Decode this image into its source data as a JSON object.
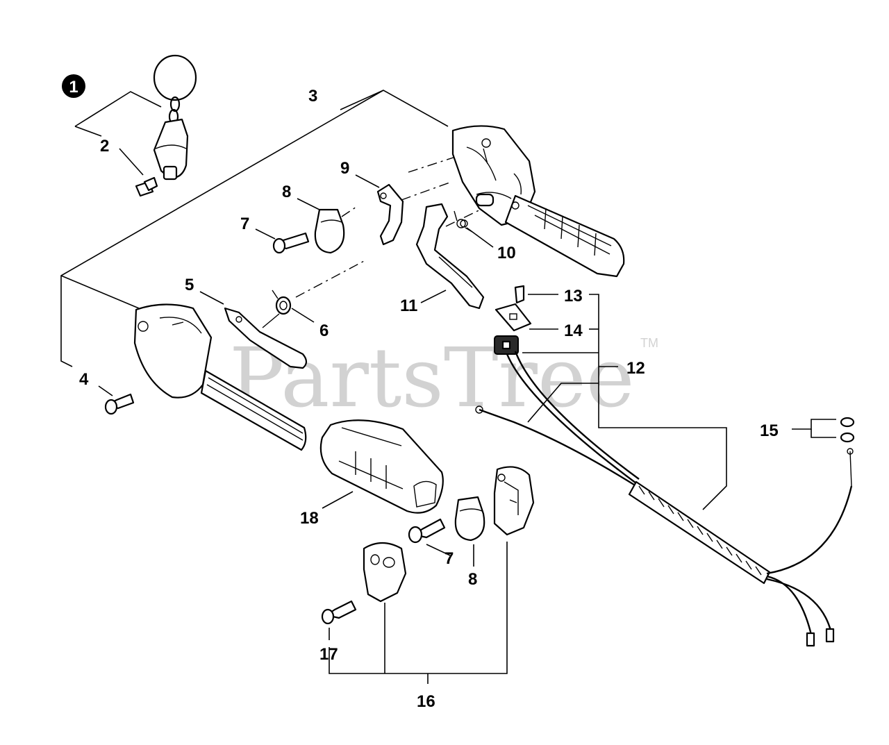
{
  "watermark": {
    "text": "PartsTree",
    "trademark": "TM"
  },
  "callouts": {
    "c1": "1",
    "c2": "2",
    "c3": "3",
    "c4": "4",
    "c5": "5",
    "c6": "6",
    "c7a": "7",
    "c7b": "7",
    "c8a": "8",
    "c8b": "8",
    "c9": "9",
    "c10": "10",
    "c11": "11",
    "c12": "12",
    "c13": "13",
    "c14": "14",
    "c15": "15",
    "c16": "16",
    "c17": "17",
    "c18": "18"
  },
  "colors": {
    "ink": "#000000",
    "watermark": "#d2d2d2",
    "background": "#ffffff"
  }
}
